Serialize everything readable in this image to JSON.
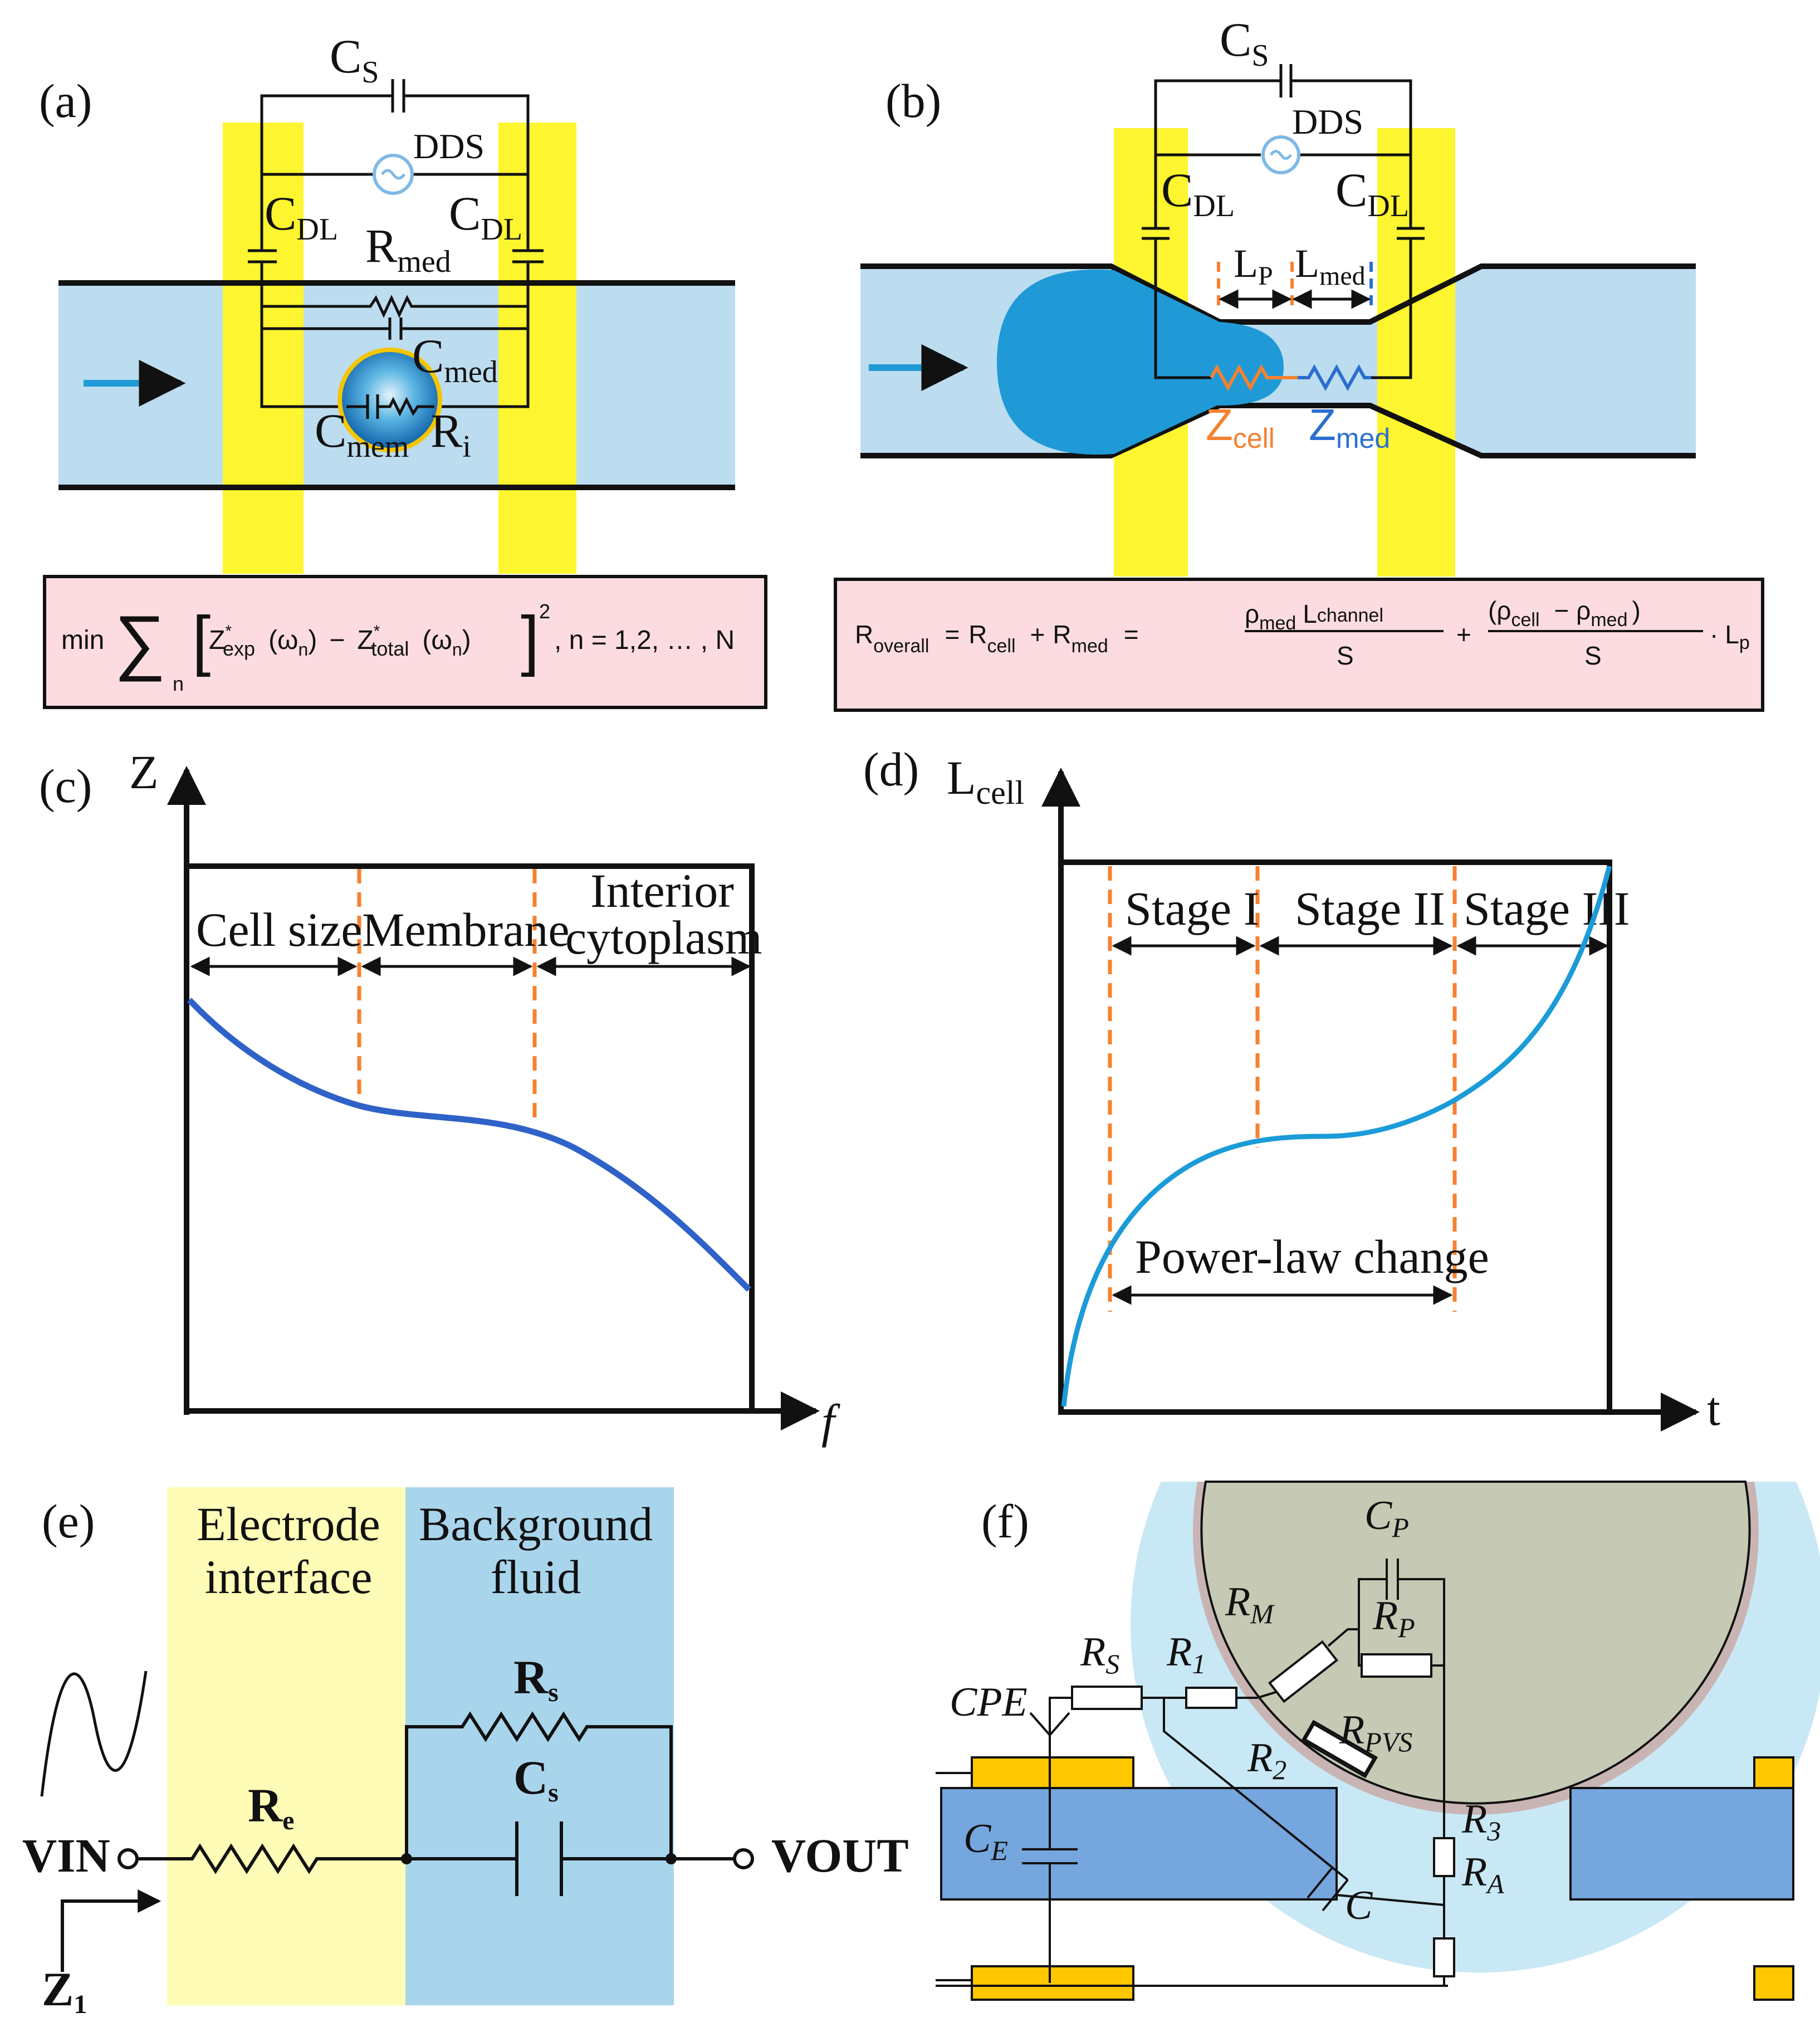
{
  "colors": {
    "electrode_yellow": "#fdf52f",
    "channel_blue": "#bcdcf0",
    "cell_blue": "#1f9ad6",
    "formula_pink": "#fcdce0",
    "dashed_orange": "#f7812f",
    "curve_blue_c": "#2f62c8",
    "curve_blue_d": "#1b9bd8",
    "green_label": "#3aa63a",
    "panel_e_yellow": "#fefcb6",
    "panel_e_blue": "#a9d5ec",
    "panel_f_gold": "#ffc700",
    "panel_f_blue": "#75a6de",
    "panel_f_cell": "#c6cab4",
    "panel_f_halo": "#c9e8f5"
  },
  "panel_a": {
    "label": "(a)",
    "cs": {
      "main": "C",
      "sub": "S"
    },
    "dds": "DDS",
    "cdl_left": {
      "main": "C",
      "sub": "DL"
    },
    "cdl_right": {
      "main": "C",
      "sub": "DL"
    },
    "rmed": {
      "main": "R",
      "sub": "med"
    },
    "cmed": {
      "main": "C",
      "sub": "med"
    },
    "cmem": {
      "main": "C",
      "sub": "mem"
    },
    "ri": {
      "main": "R",
      "sub": "i"
    },
    "formula": {
      "min": "min",
      "n": "n",
      "z": "Z",
      "exp": "exp",
      "total": "total",
      "star": "*",
      "omega": "(ω",
      "n_sub": "n",
      "close": ")",
      "minus": "−",
      "square": "2",
      "tail": ", n = 1,2, … , N"
    }
  },
  "panel_b": {
    "label": "(b)",
    "cs": {
      "main": "C",
      "sub": "S"
    },
    "dds": "DDS",
    "cdl_left": {
      "main": "C",
      "sub": "DL"
    },
    "cdl_right": {
      "main": "C",
      "sub": "DL"
    },
    "lp": {
      "main": "L",
      "sub": "P"
    },
    "lmed": {
      "main": "L",
      "sub": "med"
    },
    "zcell": {
      "main": "Z",
      "sub": "cell"
    },
    "zmed": {
      "main": "Z",
      "sub": "med"
    },
    "formula": {
      "r": "R",
      "overall": "overall",
      "cell": "cell",
      "med": "med",
      "eq": "=",
      "plus": "+",
      "rho": "ρ",
      "l": "L",
      "channel": "channel",
      "s": "S",
      "open": "(ρ",
      "minus": "− ρ",
      "close": ")",
      "dot": "·",
      "lp": "L",
      "p": "p"
    }
  },
  "panel_c": {
    "label": "(c)",
    "y_axis": "Z",
    "x_axis": "f",
    "regions": [
      "Cell size",
      "Membrane",
      "Interior",
      "cytoplasm"
    ]
  },
  "panel_d": {
    "label": "(d)",
    "y_axis": {
      "main": "L",
      "sub": "cell"
    },
    "x_axis": "t",
    "stages": [
      "Stage I",
      "Stage II",
      "Stage III"
    ],
    "power_law": "Power-law change"
  },
  "panel_e": {
    "label": "(e)",
    "electrode_interface": [
      "Electrode",
      "interface"
    ],
    "background_fluid": [
      "Background",
      "fluid"
    ],
    "vin": "VIN",
    "vout": "VOUT",
    "re": {
      "main": "R",
      "sub": "e"
    },
    "rs": {
      "main": "R",
      "sub": "s"
    },
    "cs": {
      "main": "C",
      "sub": "s"
    },
    "z1": {
      "main": "Z",
      "sub": "1"
    }
  },
  "panel_f": {
    "label": "(f)",
    "cp": {
      "main": "C",
      "sub": "P"
    },
    "rm": {
      "main": "R",
      "sub": "M"
    },
    "rp": {
      "main": "R",
      "sub": "P"
    },
    "rs": {
      "main": "R",
      "sub": "S"
    },
    "r1": {
      "main": "R",
      "sub": "1"
    },
    "cpe": "CPE",
    "rpvs": {
      "main": "R",
      "sub": "PVS"
    },
    "r2": {
      "main": "R",
      "sub": "2"
    },
    "r3": {
      "main": "R",
      "sub": "3"
    },
    "ra": {
      "main": "R",
      "sub": "A"
    },
    "ce": {
      "main": "C",
      "sub": "E"
    },
    "c": "C"
  }
}
